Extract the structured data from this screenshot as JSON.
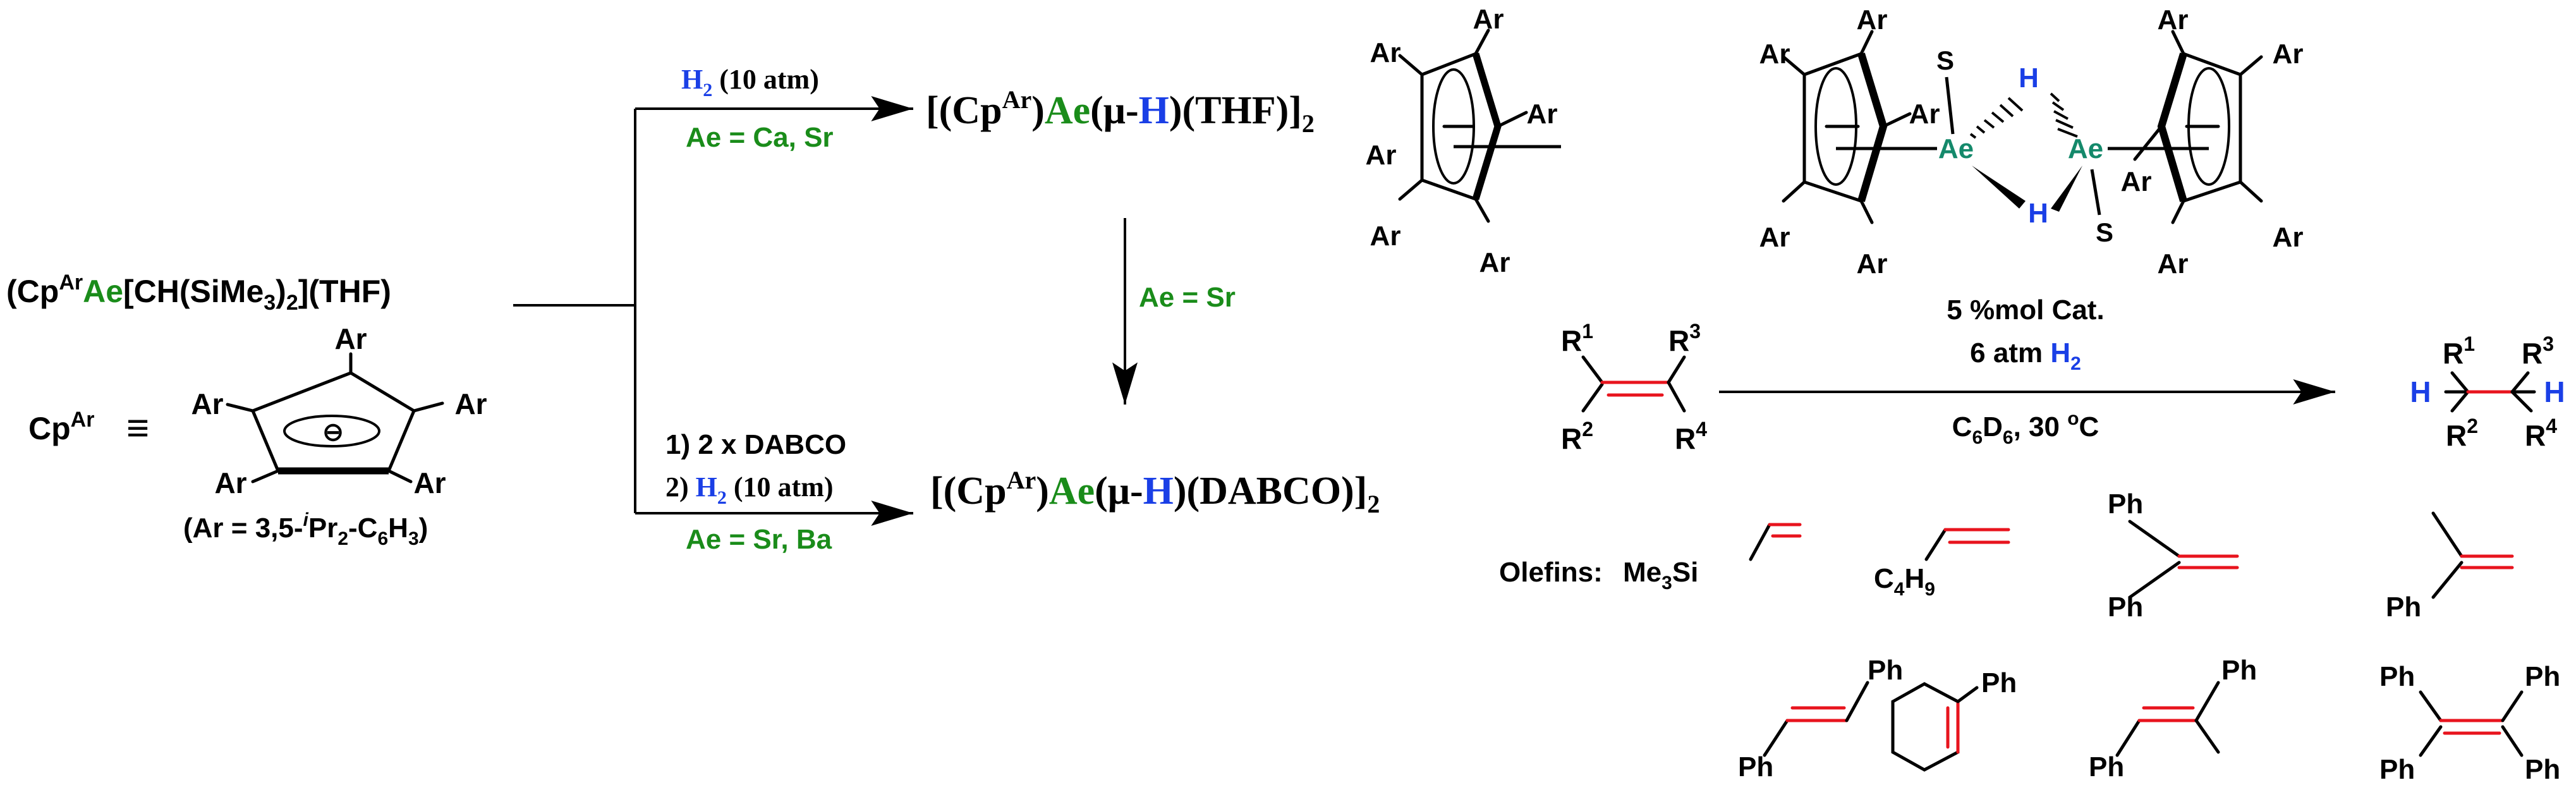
{
  "colors": {
    "ae": "#1a8c1a",
    "hydrogen": "#1a3fe6",
    "ae_catalyst": "#14896b",
    "olefin_bond": "#e8141e"
  },
  "left": {
    "start_prefix": "(Cp",
    "start_sup": "Ar",
    "start_ae": "Ae",
    "start_rest1": "[CH(SiMe",
    "start_sub": "3",
    "start_rest2": ")",
    "start_sub2": "2",
    "start_rest3": "](THF)",
    "cp_label": "Cp",
    "cp_sup": "Ar",
    "equiv": "≡",
    "ar": "Ar",
    "charge": "⊖",
    "ar_def_1": "(Ar = 3,5-",
    "ar_def_i": "i",
    "ar_def_2": "Pr",
    "ar_def_sub1": "2",
    "ar_def_3": "-C",
    "ar_def_sub2": "6",
    "ar_def_4": "H",
    "ar_def_sub3": "3",
    "ar_def_5": ")"
  },
  "top_arrow": {
    "h": "H",
    "h_sub": "2",
    "pressure": " (10 atm)",
    "condition": "Ae = Ca, Sr"
  },
  "bottom_arrow": {
    "step1": "1) 2 x DABCO",
    "step2a": "2) ",
    "h": "H",
    "h_sub": "2",
    "pressure": " (10 atm)",
    "condition": "Ae = Sr, Ba"
  },
  "down_arrow": {
    "condition": "Ae = Sr"
  },
  "product_top": {
    "p1": "[(Cp",
    "sup": "Ar",
    "p2": ")",
    "ae": "Ae",
    "p3": "(μ-",
    "h": "H",
    "p4": ")(THF)]",
    "sub": "2"
  },
  "product_bottom": {
    "p1": "[(Cp",
    "sup": "Ar",
    "p2": ")",
    "ae": "Ae",
    "p3": "(μ-",
    "h": "H",
    "p4": ")(DABCO)]",
    "sub": "2"
  },
  "catalyst": {
    "ar": "Ar",
    "s": "S",
    "h": "H",
    "ae": "Ae"
  },
  "reaction": {
    "cat_loading": "5 %mol Cat.",
    "h2_prefix": "6 atm ",
    "h2": "H",
    "h2_sub": "2",
    "solvent_c": "C",
    "solvent_sub1": "6",
    "solvent_d": "D",
    "solvent_sub2": "6",
    "solvent_temp": ", 30 ",
    "solvent_deg": "o",
    "solvent_c2": "C",
    "r": "R",
    "r1": "1",
    "r2": "2",
    "r3": "3",
    "r4": "4",
    "h": "H"
  },
  "olefins": {
    "label": "Olefins:",
    "me3si_a": "Me",
    "me3si_sub": "3",
    "me3si_b": "Si",
    "c4h9_a": "C",
    "c4h9_sub1": "4",
    "c4h9_b": "H",
    "c4h9_sub2": "9",
    "ph": "Ph"
  }
}
